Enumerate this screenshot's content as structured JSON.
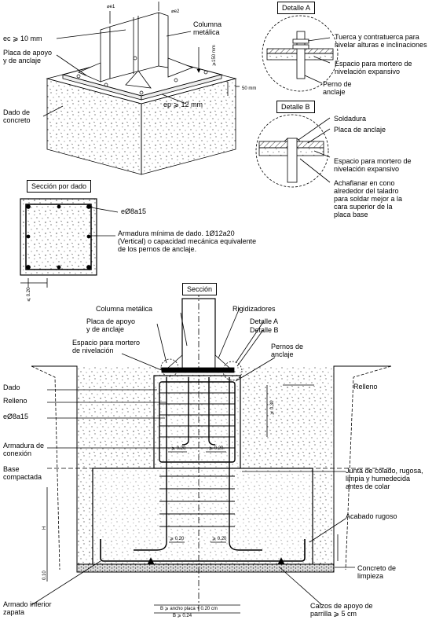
{
  "iso": {
    "columna": "Columna\nmetálica",
    "placa": "Placa de apoyo\ny de anclaje",
    "ec": "ec ⩾ 10 mm",
    "dado": "Dado de\nconcreto",
    "ep": "ep ⩾ 12 mm",
    "dim_150": "⩾150 mm",
    "dim_50": "50 mm",
    "phi1": "⌀e1",
    "phi2": "⌀e2"
  },
  "detalle_a": {
    "title": "Detalle A",
    "tuerca": "Tuerca y contratuerca para\nnivelar alturas e inclinaciones",
    "espacio": "Espacio para mortero de\nnivelación expansivo",
    "perno": "Perno de\nanclaje"
  },
  "detalle_b": {
    "title": "Detalle B",
    "soldadura": "Soldadura",
    "placa": "Placa de anclaje",
    "espacio": "Espacio para mortero de\nnivelación expansivo",
    "achaflanar": "Achaflanar en cono\nalrededor del taladro\npara soldar mejor a la\ncara superior de la\nplaca base"
  },
  "seccion_dado": {
    "title": "Sección por dado",
    "estribo": "eØ8a15",
    "armadura": "Armadura mínima de dado. 1Ø12a20\n(Vertical) o capacidad mecánica equivalente\nde los pernos de anclaje.",
    "dim": "⩽ 0.20"
  },
  "seccion": {
    "title": "Sección",
    "columna": "Columna metálica",
    "placa": "Placa de apoyo\ny de anclaje",
    "rigidizadores": "Rigidizadores",
    "detalle_a": "Detalle A",
    "detalle_b": "Detalle B",
    "espacio": "Espacio para mortero\nde nivelación",
    "pernos": "Pernos de\nanclaje",
    "dado": "Dado",
    "relleno_l": "Relleno",
    "relleno_r": "Relleno",
    "estribo": "eØ8a15",
    "armadura_conexion": "Armadura de\nconexión",
    "base": "Base\ncompactada",
    "junta": "Junta de colado, rugosa,\nlimpia y humedecida\nantes de colar",
    "acabado": "Acabado rugoso",
    "concreto": "Concreto de\nlimpieza",
    "armado": "Armado inferior\nzapata",
    "calzos": "Calzos de apoyo de\nparrilla ⩾ 5 cm",
    "dim_030": "⩾ 0.30",
    "dim_020a": "⩾ 0.20",
    "dim_020b": "⩾ 0.20",
    "dim_020c": "⩾ 0.20",
    "dim_020d": "⩾ 0.20",
    "dim_H": "H",
    "dim_010": "0.10",
    "dim_ancho": "B ⩾ ancho placa + 0.20 cm",
    "dim_b024": "B ⩾ 0.24"
  }
}
